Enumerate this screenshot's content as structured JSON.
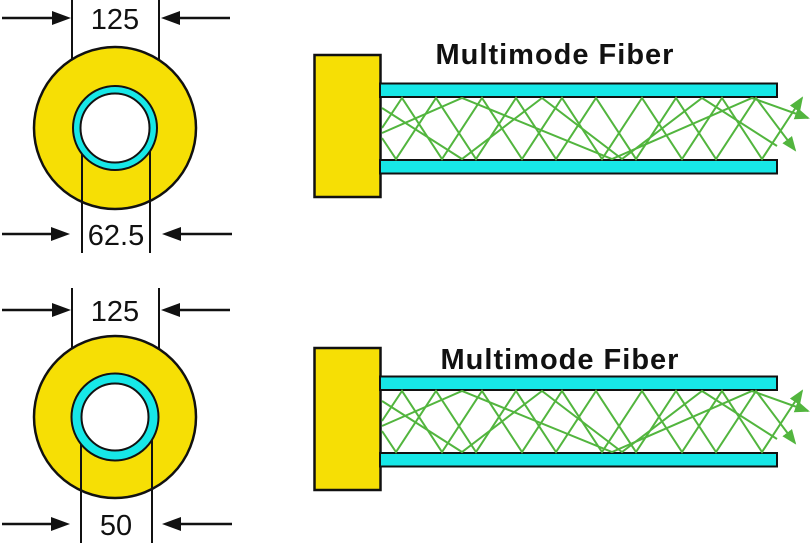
{
  "colors": {
    "yellow": "#F6DF05",
    "cyan": "#17E7E7",
    "green": "#52B53E",
    "line": "#111111",
    "background": "#FFFFFF"
  },
  "cross_section_top": {
    "cladding_diameter": "125",
    "core_diameter": "62.5"
  },
  "cross_section_bottom": {
    "cladding_diameter": "125",
    "core_diameter": "50"
  },
  "fiber_top": {
    "title": "Multimode Fiber"
  },
  "fiber_bottom": {
    "title": "Multimode Fiber"
  },
  "rays": {
    "r1": "92,108 112,78 152,139 192,78 232,139 272,78 312,139 352,78 392,139 432,78 472,139 512,78",
    "r2": "92,118 106,139 146,78 186,139 226,78 266,139 306,78 346,139 386,78 426,139 466,78 505,130",
    "r3": "92,113 172,78 322,139 462,78 518,98",
    "r4": "92,88 172,139 252,78 332,139 412,78 487,126"
  }
}
